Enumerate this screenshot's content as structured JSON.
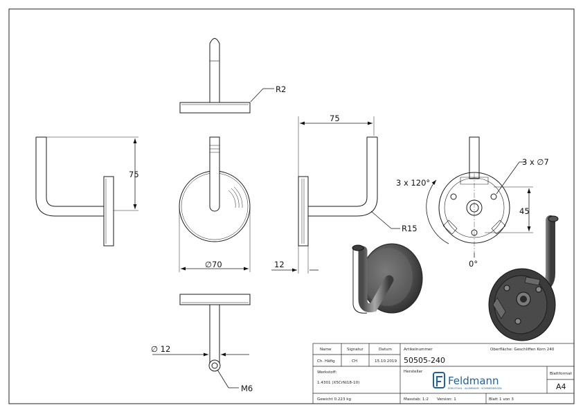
{
  "dimensions": {
    "r2": "R2",
    "d75_top": "75",
    "d75_side": "75",
    "r15": "R15",
    "d70": "∅70",
    "d12_thick": "12",
    "d12_dia": "∅ 12",
    "m6": "M6",
    "holes": "3 x ∅7",
    "angle": "3 x 120°",
    "d45": "45",
    "zero_deg": "0°"
  },
  "title_block": {
    "col_name": "Name",
    "col_signatur": "Signatur",
    "col_datum": "Datum",
    "name": "Ch. Häfig",
    "signatur": "CH",
    "datum": "15.10.2019",
    "artikel_label": "Artikelnummer",
    "artikel": "50505-240",
    "oberflaeche": "Oberfläche: Geschliffen Korn 240",
    "werkstoff_label": "Werkstoff:",
    "werkstoff": "1.4301 (X5CrNi18-10)",
    "hersteller_label": "Hersteller",
    "brand": "Feldmann",
    "brand_sub": "EDELSTAHL · ALUMINIUM · SCHMIEDEEISEN",
    "blattformat_label": "Blattformat",
    "blattformat": "A4",
    "gewicht": "Gewicht 0.223 kg",
    "massstab": "Masstab: 1:2",
    "version": "Version: 1",
    "blatt": "Blatt 1 von 3"
  },
  "colors": {
    "line": "#1a1a1a",
    "brand": "#1f5fa3",
    "shade_dark": "#3a3a3a",
    "shade_mid": "#6e6e6e"
  }
}
